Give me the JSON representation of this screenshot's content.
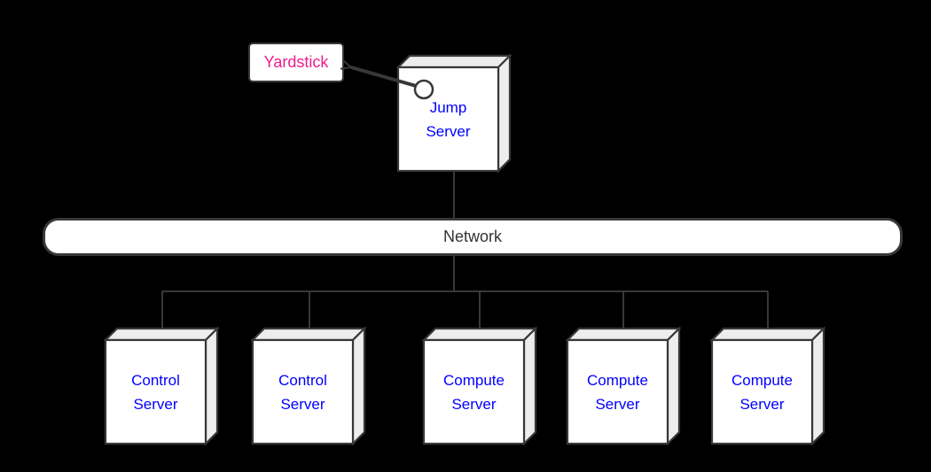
{
  "theme": {
    "background": "#000000",
    "line-color": "#383838",
    "node-front": "#ffffff",
    "node-face": "#ededed",
    "server-label-color": "#0000ff",
    "yardstick-label-color": "#f11c8c",
    "network-label-color": "#333333"
  },
  "diagram": {
    "yardstick": {
      "label": "Yardstick"
    },
    "jump_server": {
      "label": "Jump\nServer"
    },
    "network": {
      "label": "Network"
    },
    "servers": [
      {
        "label": "Control\nServer"
      },
      {
        "label": "Control\nServer"
      },
      {
        "label": "Compute\nServer"
      },
      {
        "label": "Compute\nServer"
      },
      {
        "label": "Compute\nServer"
      }
    ]
  }
}
